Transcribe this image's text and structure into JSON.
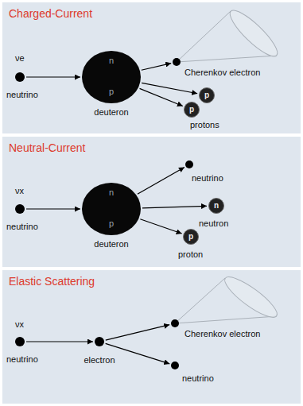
{
  "diagram": {
    "nodes": [
      {
        "text": [
          "Charged-Current"
        ]
      },
      {
        "text": [
          "νe",
          "neutrino"
        ],
        "in": 0
      },
      {
        "text": [
          "n",
          "p",
          "deuteron"
        ],
        "in": 0
      },
      {
        "text": [
          "Cherenkov electron"
        ],
        "in": 0
      },
      {
        "text": [
          "p"
        ],
        "in": 0
      },
      {
        "text": [
          "p"
        ],
        "in": 0
      },
      {
        "text": [
          "Neutral-Current"
        ]
      },
      {
        "text": [
          "νx",
          "neutrino"
        ],
        "in": 6
      },
      {
        "text": [
          "n",
          "p",
          "deuteron"
        ],
        "in": 6
      },
      {
        "text": [
          "neutrino"
        ],
        "in": 6
      },
      {
        "text": [
          "n",
          "neutron"
        ],
        "in": 6
      },
      {
        "text": [
          "p",
          "proton"
        ],
        "in": 6
      },
      {
        "text": [
          "Elastic Scattering"
        ]
      },
      {
        "text": [
          "νx",
          "neutrino"
        ],
        "in": 12
      },
      {
        "text": [
          "electron"
        ],
        "in": 12
      },
      {
        "text": [
          "Cherenkov electron"
        ],
        "in": 12
      },
      {
        "text": [
          "neutrino"
        ],
        "in": 12
      }
    ],
    "edges": [
      {
        "from": 1,
        "to": 2,
        "arrow": "to"
      },
      {
        "from": 2,
        "to": 3,
        "arrow": "to"
      },
      {
        "from": 2,
        "to": 4,
        "arrow": "to"
      },
      {
        "from": 2,
        "to": 5,
        "arrow": "to"
      },
      {
        "from": 7,
        "to": 8,
        "arrow": "to"
      },
      {
        "from": 8,
        "to": 9,
        "arrow": "to"
      },
      {
        "from": 8,
        "to": 10,
        "arrow": "to"
      },
      {
        "from": 8,
        "to": 11,
        "arrow": "to"
      },
      {
        "from": 13,
        "to": 14,
        "arrow": "to"
      },
      {
        "from": 14,
        "to": 15,
        "arrow": "to"
      },
      {
        "from": 14,
        "to": 16,
        "arrow": "to"
      }
    ],
    "labels": [
      "protons"
    ]
  }
}
